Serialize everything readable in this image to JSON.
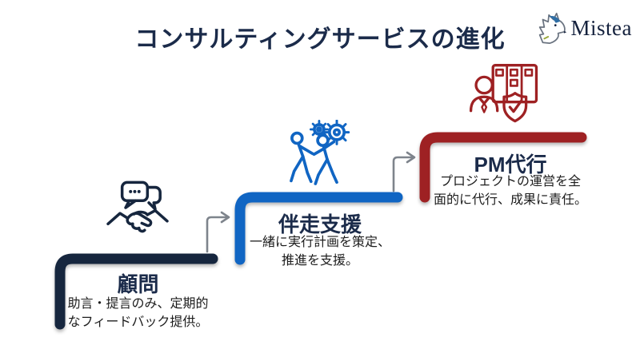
{
  "header": {
    "title": "コンサルティングサービスの進化",
    "logo": {
      "text": "Mistea",
      "icon": "wolf-logo-icon"
    }
  },
  "colors": {
    "title_text": "#1b2b4a",
    "body_text": "#1d1d1d",
    "arrow": "#7e848c",
    "background": "#ffffff",
    "logo_text": "#14213d",
    "logo_gray": "#6a7380",
    "logo_blue": "#2f6ea5",
    "logo_accent": "#9aa93c"
  },
  "steps": [
    {
      "title": "顧問",
      "description_lines": [
        "助言・提言のみ、定期的",
        "なフィードバック提供。"
      ],
      "color": "#16263e",
      "icon": "handshake-chat-icon"
    },
    {
      "title": "伴走支援",
      "description_lines": [
        "一緒に実行計画を策定、",
        "推進を支援。"
      ],
      "color": "#1065c3",
      "icon": "walking-partners-gears-icon"
    },
    {
      "title": "PM代行",
      "description_lines": [
        "プロジェクトの運営を全",
        "面的に代行、成果に責任。"
      ],
      "color": "#9e2123",
      "icon": "pm-board-shield-icon"
    }
  ]
}
